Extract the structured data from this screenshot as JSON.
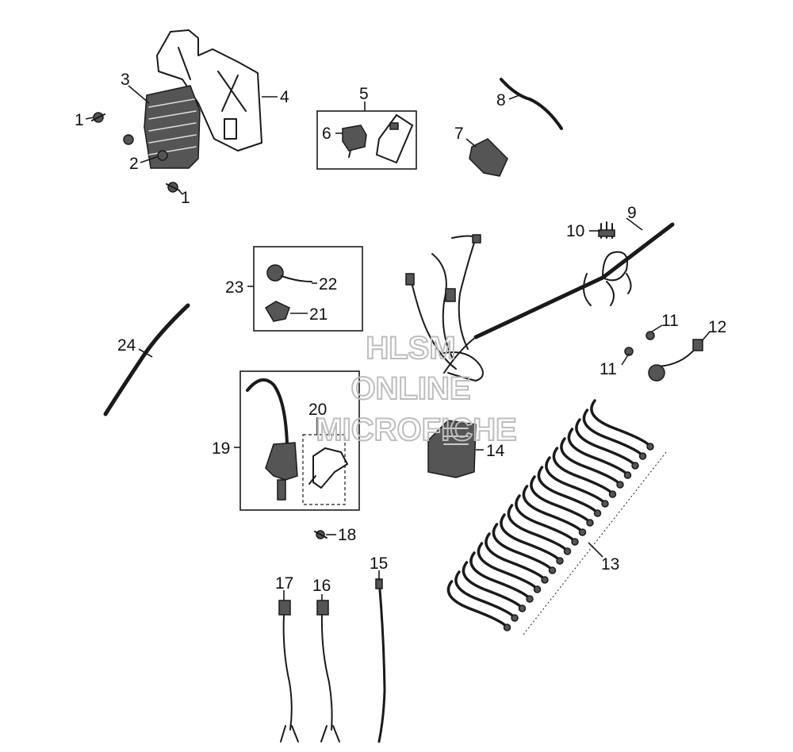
{
  "labels": {
    "l1a": "1",
    "l1b": "1",
    "l2": "2",
    "l3": "3",
    "l4": "4",
    "l5": "5",
    "l6": "6",
    "l7": "7",
    "l8": "8",
    "l9": "9",
    "l10": "10",
    "l11a": "11",
    "l11b": "11",
    "l12": "12",
    "l13": "13",
    "l14": "14",
    "l15": "15",
    "l16": "16",
    "l17": "17",
    "l18": "18",
    "l19": "19",
    "l20": "20",
    "l21": "21",
    "l22": "22",
    "l23": "23",
    "l24": "24"
  },
  "watermark": {
    "line1": "HLSM",
    "line2": "ONLINE",
    "line3": "MICROFICHE"
  }
}
